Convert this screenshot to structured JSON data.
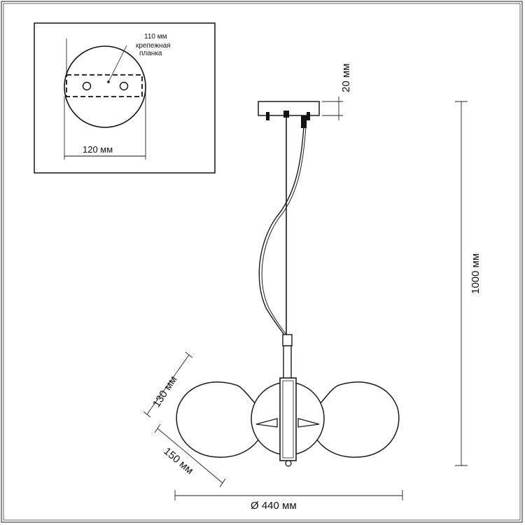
{
  "inset": {
    "mount_length": "110 мм",
    "mount_label_line1": "крепежная",
    "mount_label_line2": "планка",
    "canopy_diameter": "120 мм"
  },
  "dimensions": {
    "canopy_height": "20 мм",
    "total_height": "1000 мм",
    "shade_height": "130 мм",
    "shade_width": "150 мм",
    "overall_diameter": "Ø 440 мм"
  },
  "colors": {
    "line": "#1a1a1a",
    "dim_line": "#222222",
    "frame": "#333333"
  }
}
